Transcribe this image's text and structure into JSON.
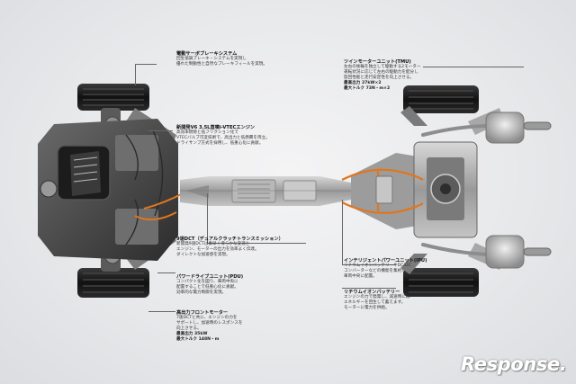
{
  "annotations": {
    "brake": {
      "title": "電動サーボブレーキシステム",
      "lines": [
        "回生協調ブレーキ・システムを実現し",
        "優れた制動性と自然なブレーキフィールを実現。"
      ]
    },
    "engine": {
      "title": "新開発V6 3.5L直噴i-VTECエンジン",
      "lines": [
        "高効率燃焼と低フリクション化で",
        "VTECバルブ可変技術で、高出力と低燃費を両立。",
        "ドライサンプ方式を採用し、低重心化に貢献。"
      ]
    },
    "tmu": {
      "title": "ツインモーターユニット(TMU)",
      "lines": [
        "左右の後輪を独立して駆動する2モーター",
        "運転状況に応じて左右の駆動力を配分し",
        "旋回性能と走行安定性を向上させる。"
      ],
      "specs": [
        "最高出力 27kW×2",
        "最大トルク 73N・m×2"
      ]
    },
    "dct": {
      "title": "9速DCT（デュアルクラッチトランスミッション）",
      "lines": [
        "新開発9速DCTは素早く滑らかな変速と",
        "エンジン、モーターの出力を効率よく伝達。",
        "ダイレクトな加速感を実現。"
      ]
    },
    "pdu": {
      "title": "パワードライブユニット(PDU)",
      "lines": [
        "コンパクト化を図り、車両中央に",
        "配置することで低重心化に貢献。",
        "効率的な電力制御を実現。"
      ]
    },
    "ipu": {
      "title": "インテリジェントパワーユニット(IPU)",
      "lines": [
        "リチウムイオンバッテリーやDC/DC",
        "コンバーターなどの機能を集約し",
        "車両中央に配置。"
      ]
    },
    "battery": {
      "title": "リチウムイオンバッテリー",
      "lines": [
        "エンジンの力で発電し、減速時には",
        "エネルギーを回生して蓄えます。",
        "モーターに電力を供給。"
      ]
    },
    "front_motor": {
      "title": "高出力フロントモーター",
      "lines": [
        "7速DCTと共に、エンジンの力を",
        "サポートし、加速時のレスポンスを",
        "向上させる。"
      ],
      "specs": [
        "最高出力 35kW",
        "最大トルク 148N・m"
      ]
    }
  },
  "watermark": "Response."
}
